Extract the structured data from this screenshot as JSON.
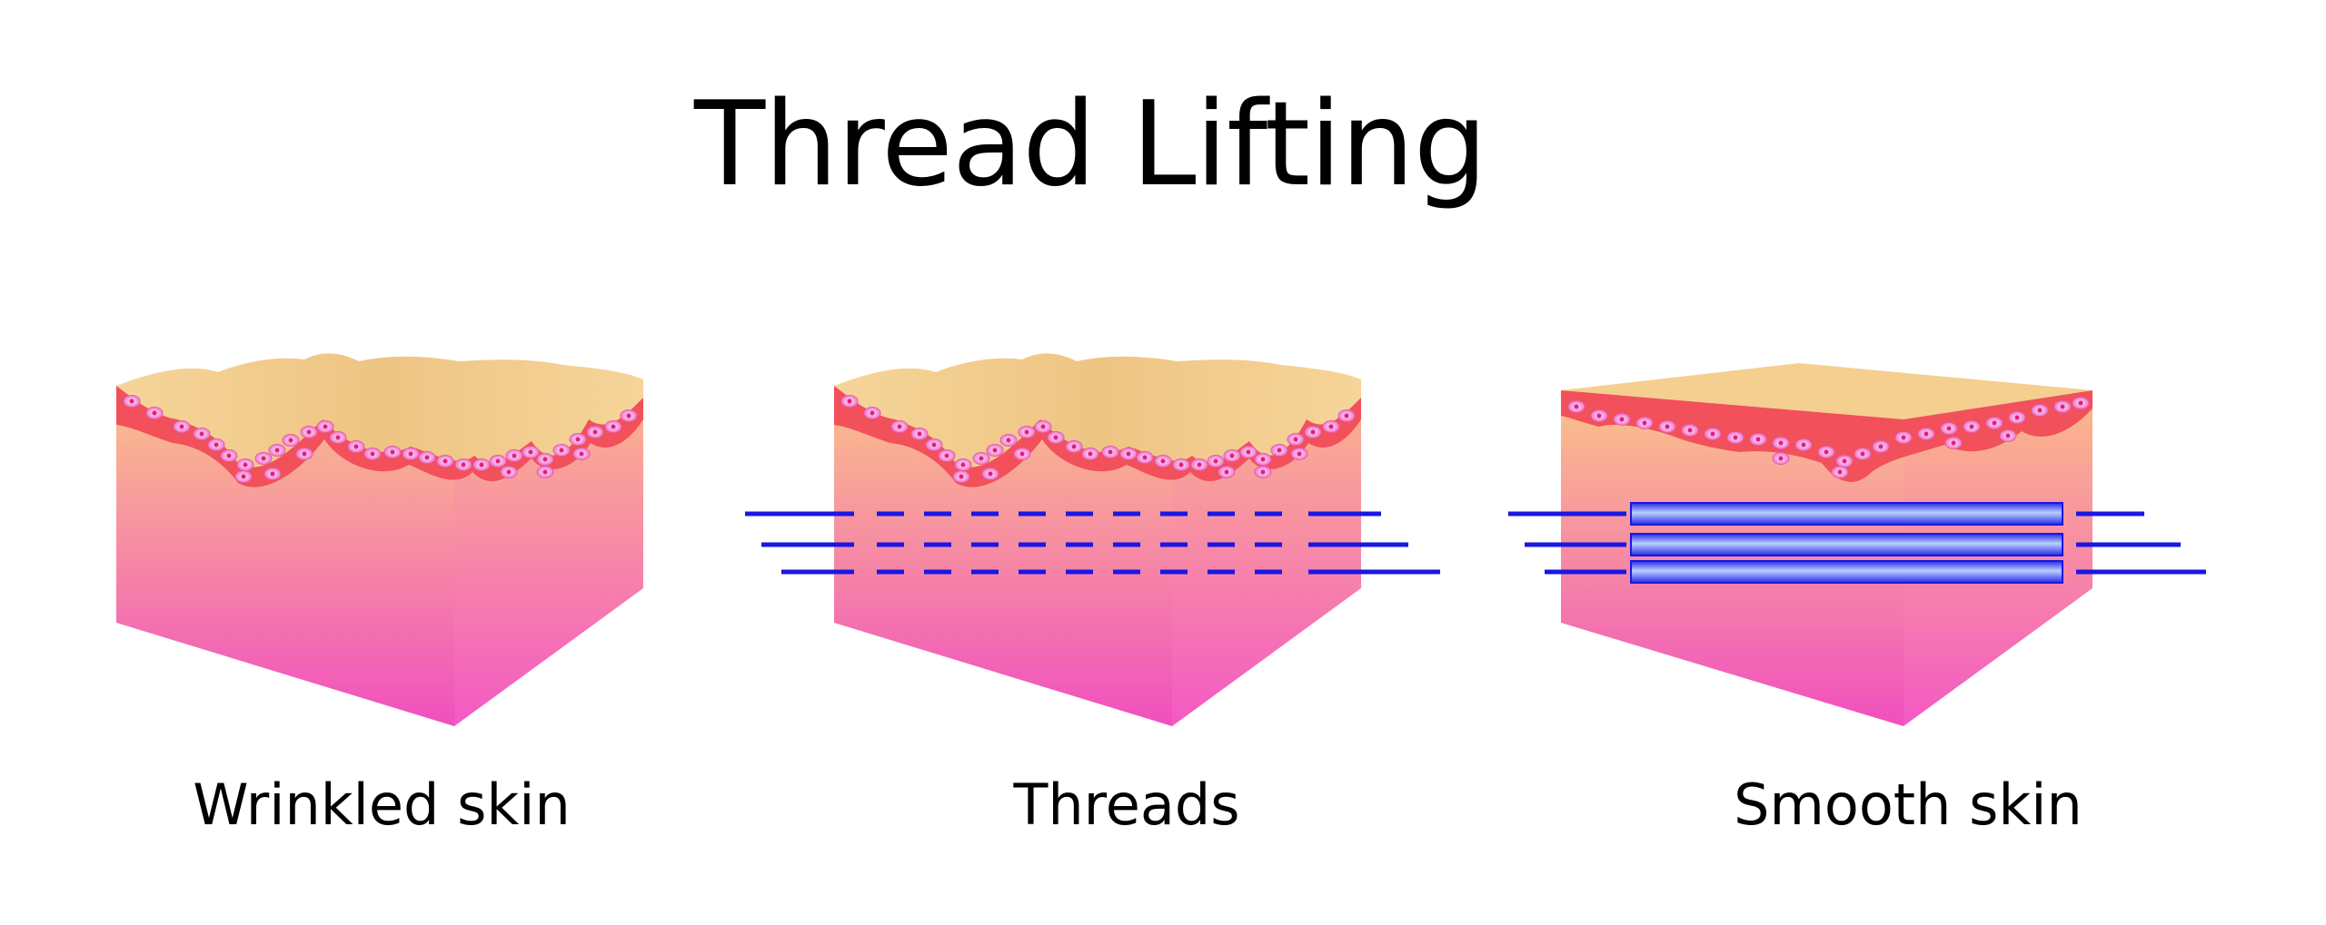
{
  "title": "Thread Lifting",
  "panels": [
    {
      "caption": "Wrinkled skin"
    },
    {
      "caption": "Threads"
    },
    {
      "caption": "Smooth skin"
    }
  ],
  "colors": {
    "surface": "#f4cf8f",
    "epidermis": "#f2505a",
    "cell": "#f07ad0",
    "cell_nucleus": "#e0207a",
    "dermis_top": "#fbc38a",
    "dermis_bottom": "#f04fbf",
    "thread": "#1a17e0",
    "thread_tube_light": "#a9c4ff"
  },
  "icons": {
    "wrinkled_skin": "wrinkled-skin-block-icon",
    "threads": "thread-insertion-icon",
    "smooth_skin": "smooth-skin-block-icon"
  }
}
